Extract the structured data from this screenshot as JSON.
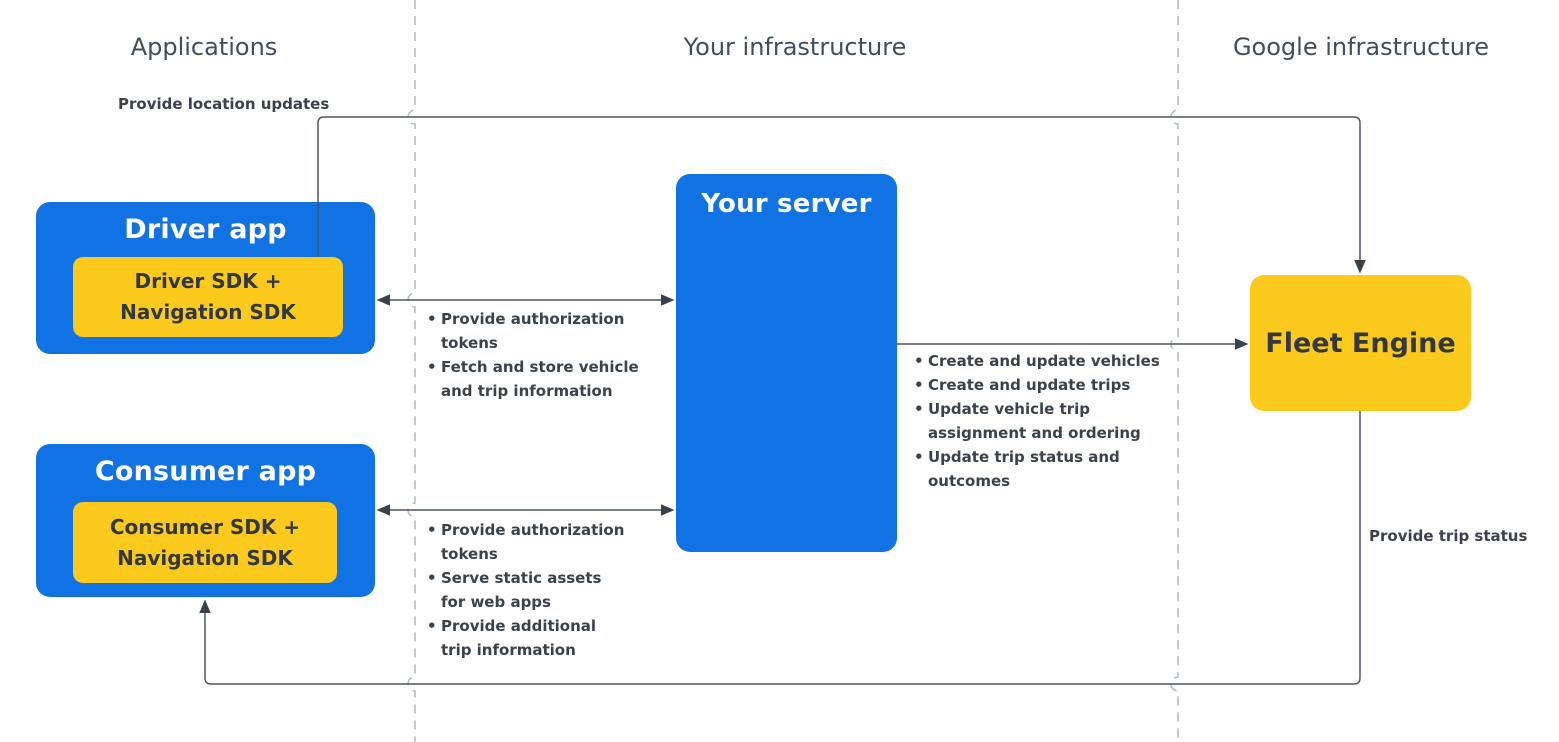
{
  "columns": {
    "applications": "Applications",
    "your_infrastructure": "Your infrastructure",
    "google_infrastructure": "Google infrastructure"
  },
  "nodes": {
    "driver_app": {
      "title": "Driver app",
      "sdk": "Driver SDK +\nNavigation SDK"
    },
    "consumer_app": {
      "title": "Consumer app",
      "sdk": "Consumer SDK +\nNavigation SDK"
    },
    "your_server": {
      "title": "Your server"
    },
    "fleet_engine": {
      "title": "Fleet Engine"
    }
  },
  "edge_labels": {
    "provide_location_updates": "Provide location updates",
    "provide_trip_status": "Provide trip status"
  },
  "bullets": {
    "driver_server": [
      "Provide authorization\ntokens",
      "Fetch and store vehicle\nand trip information"
    ],
    "consumer_server": [
      "Provide authorization\ntokens",
      "Serve static assets\nfor web apps",
      "Provide additional\ntrip information"
    ],
    "server_fleet": [
      "Create and update vehicles",
      "Create and update trips",
      "Update vehicle trip\nassignment and ordering",
      "Update trip status and\noutcomes"
    ]
  },
  "colors": {
    "node_blue": "#1172e4",
    "node_yellow": "#fcc91d",
    "connector_line": "#4d5663",
    "arrowhead": "#39424c",
    "dashed_divider": "#b6bcc3",
    "header_text": "#414e5e",
    "label_text": "#3a424c",
    "sdk_text": "#33383f"
  }
}
